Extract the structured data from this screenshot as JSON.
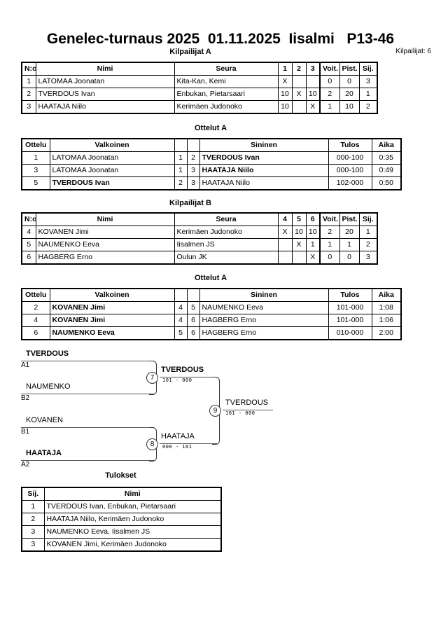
{
  "header": {
    "title": "Genelec-turnaus 2025  01.11.2025  Iisalmi   P13-46",
    "competitors_label": "Kilpailijat: 6"
  },
  "sections": {
    "pool_a_heading": "Kilpailijat A",
    "matches_a_heading": "Ottelut A",
    "pool_b_heading": "Kilpailijat B",
    "matches_b_heading": "Ottelut A",
    "results_heading": "Tulokset"
  },
  "pool_a": {
    "columns": [
      "N:o",
      "Nimi",
      "Seura",
      "1",
      "2",
      "3",
      "Voit.",
      "Pist.",
      "Sij."
    ],
    "rows": [
      {
        "no": "1",
        "name": "LATOMAA Joonatan",
        "club": "Kita-Kan, Kemi",
        "m1": "X",
        "m2": "",
        "m3": "",
        "wins": "0",
        "points": "0",
        "rank": "3"
      },
      {
        "no": "2",
        "name": "TVERDOUS Ivan",
        "club": "Enbukan, Pietarsaari",
        "m1": "10",
        "m2": "X",
        "m3": "10",
        "wins": "2",
        "points": "20",
        "rank": "1"
      },
      {
        "no": "3",
        "name": "HAATAJA Niilo",
        "club": "Kerimäen Judonoko",
        "m1": "10",
        "m2": "",
        "m3": "X",
        "wins": "1",
        "points": "10",
        "rank": "2"
      }
    ]
  },
  "matches_a": {
    "columns": [
      "Ottelu",
      "Valkoinen",
      "",
      "",
      "Sininen",
      "Tulos",
      "Aika"
    ],
    "rows": [
      {
        "match": "1",
        "white": "LATOMAA Joonatan",
        "white_bold": false,
        "wno": "1",
        "bno": "2",
        "blue": "TVERDOUS Ivan",
        "blue_bold": true,
        "result": "000-100",
        "time": "0:35"
      },
      {
        "match": "3",
        "white": "LATOMAA Joonatan",
        "white_bold": false,
        "wno": "1",
        "bno": "3",
        "blue": "HAATAJA Niilo",
        "blue_bold": true,
        "result": "000-100",
        "time": "0:49"
      },
      {
        "match": "5",
        "white": "TVERDOUS Ivan",
        "white_bold": true,
        "wno": "2",
        "bno": "3",
        "blue": "HAATAJA Niilo",
        "blue_bold": false,
        "result": "102-000",
        "time": "0:50"
      }
    ]
  },
  "pool_b": {
    "columns": [
      "N:o",
      "Nimi",
      "Seura",
      "4",
      "5",
      "6",
      "Voit.",
      "Pist.",
      "Sij."
    ],
    "rows": [
      {
        "no": "4",
        "name": "KOVANEN Jimi",
        "club": "Kerimäen Judonoko",
        "m1": "X",
        "m2": "10",
        "m3": "10",
        "wins": "2",
        "points": "20",
        "rank": "1"
      },
      {
        "no": "5",
        "name": "NAUMENKO Eeva",
        "club": "Iisalmen JS",
        "m1": "",
        "m2": "X",
        "m3": "1",
        "wins": "1",
        "points": "1",
        "rank": "2"
      },
      {
        "no": "6",
        "name": "HAGBERG Erno",
        "club": "Oulun JK",
        "m1": "",
        "m2": "",
        "m3": "X",
        "wins": "0",
        "points": "0",
        "rank": "3"
      }
    ]
  },
  "matches_b": {
    "columns": [
      "Ottelu",
      "Valkoinen",
      "",
      "",
      "Sininen",
      "Tulos",
      "Aika"
    ],
    "rows": [
      {
        "match": "2",
        "white": "KOVANEN Jimi",
        "white_bold": true,
        "wno": "4",
        "bno": "5",
        "blue": "NAUMENKO Eeva",
        "blue_bold": false,
        "result": "101-000",
        "time": "1:08"
      },
      {
        "match": "4",
        "white": "KOVANEN Jimi",
        "white_bold": true,
        "wno": "4",
        "bno": "6",
        "blue": "HAGBERG Erno",
        "blue_bold": false,
        "result": "101-000",
        "time": "1:06"
      },
      {
        "match": "6",
        "white": "NAUMENKO Eeva",
        "white_bold": true,
        "wno": "5",
        "bno": "6",
        "blue": "HAGBERG Erno",
        "blue_bold": false,
        "result": "010-000",
        "time": "2:00"
      }
    ]
  },
  "bracket": {
    "entries": [
      {
        "name": "TVERDOUS",
        "seed": "A1",
        "bold": true
      },
      {
        "name": "NAUMENKO",
        "seed": "B2",
        "bold": false
      },
      {
        "name": "KOVANEN",
        "seed": "B1",
        "bold": false
      },
      {
        "name": "HAATAJA",
        "seed": "A2",
        "bold": true
      }
    ],
    "semifinals": [
      {
        "number": "7",
        "winner": "TVERDOUS",
        "score": "101 - 000",
        "bold": true
      },
      {
        "number": "8",
        "winner": "HAATAJA",
        "score": "000 - 101",
        "bold": false
      }
    ],
    "final": {
      "number": "9",
      "winner": "TVERDOUS",
      "score": "101 - 000",
      "bold": false
    }
  },
  "results": {
    "columns": [
      "Sij.",
      "Nimi"
    ],
    "rows": [
      {
        "rank": "1",
        "name": "TVERDOUS Ivan, Enbukan, Pietarsaari"
      },
      {
        "rank": "2",
        "name": "HAATAJA Niilo, Kerimäen Judonoko"
      },
      {
        "rank": "3",
        "name": "NAUMENKO Eeva, Iisalmen JS"
      },
      {
        "rank": "3",
        "name": "KOVANEN Jimi, Kerimäen Judonoko"
      }
    ]
  }
}
